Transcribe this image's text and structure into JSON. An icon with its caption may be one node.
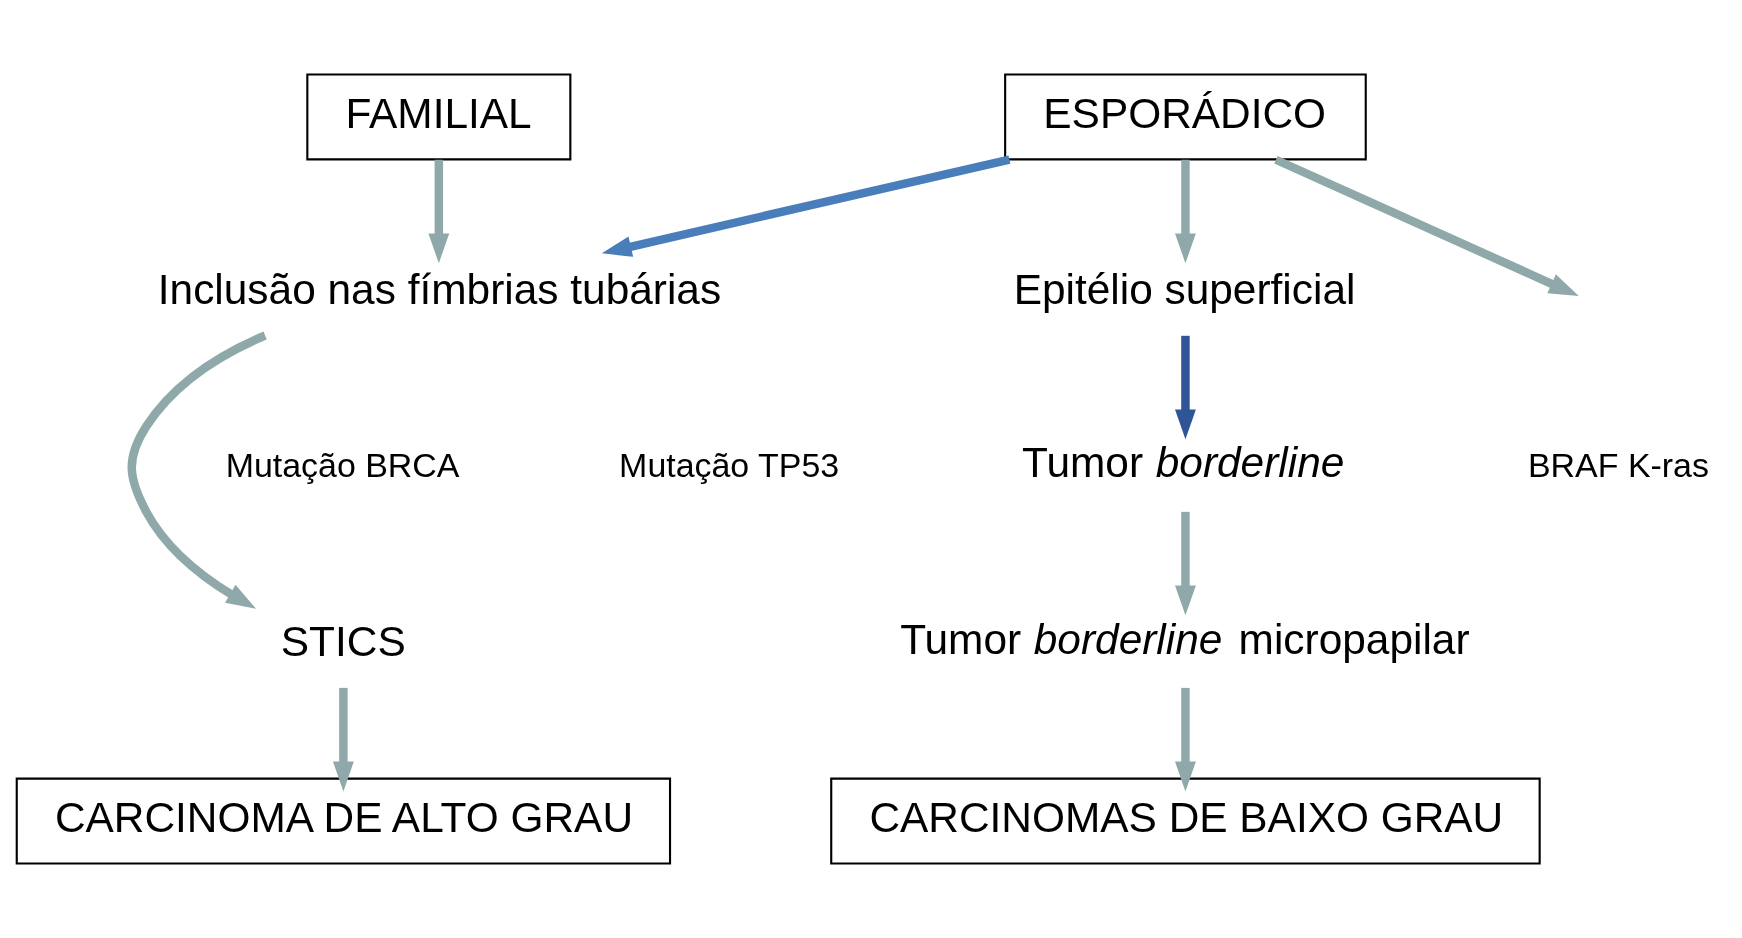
{
  "diagram": {
    "nodes": [
      {
        "text": [
          "FAMILIAL"
        ]
      },
      {
        "text": [
          "ESPORÁDICO"
        ]
      },
      {
        "text": [
          "Inclusão nas fímbrias tubárias"
        ]
      },
      {
        "text": [
          "Epitélio superficial"
        ]
      },
      {
        "text": [
          "STICS"
        ]
      },
      {
        "text": [
          "Tumor *borderline*"
        ]
      },
      {
        "text": [
          "Tumor *borderline* micropapilar"
        ]
      },
      {
        "text": [
          "CARCINOMA DE ALTO GRAU"
        ]
      },
      {
        "text": [
          "CARCINOMAS DE BAIXO GRAU"
        ]
      }
    ],
    "edges": [
      {
        "from": 0,
        "to": 2,
        "arrow": "to"
      },
      {
        "from": 1,
        "to": 2,
        "arrow": "to",
        "color": "#4a7ebb"
      },
      {
        "from": 1,
        "to": null,
        "arrow": "to"
      },
      {
        "from": 1,
        "to": 3,
        "arrow": "to"
      },
      {
        "from": 2,
        "to": 4,
        "arrow": "to"
      },
      {
        "from": 3,
        "to": 5,
        "arrow": "to",
        "color": "#2f5597"
      },
      {
        "from": 4,
        "to": 7,
        "arrow": "to"
      },
      {
        "from": 5,
        "to": 6,
        "arrow": "to"
      },
      {
        "from": 6,
        "to": 8,
        "arrow": "to"
      }
    ],
    "labels": [
      "Mutação BRCA",
      "Mutação TP53",
      "BRAF K-ras"
    ]
  }
}
